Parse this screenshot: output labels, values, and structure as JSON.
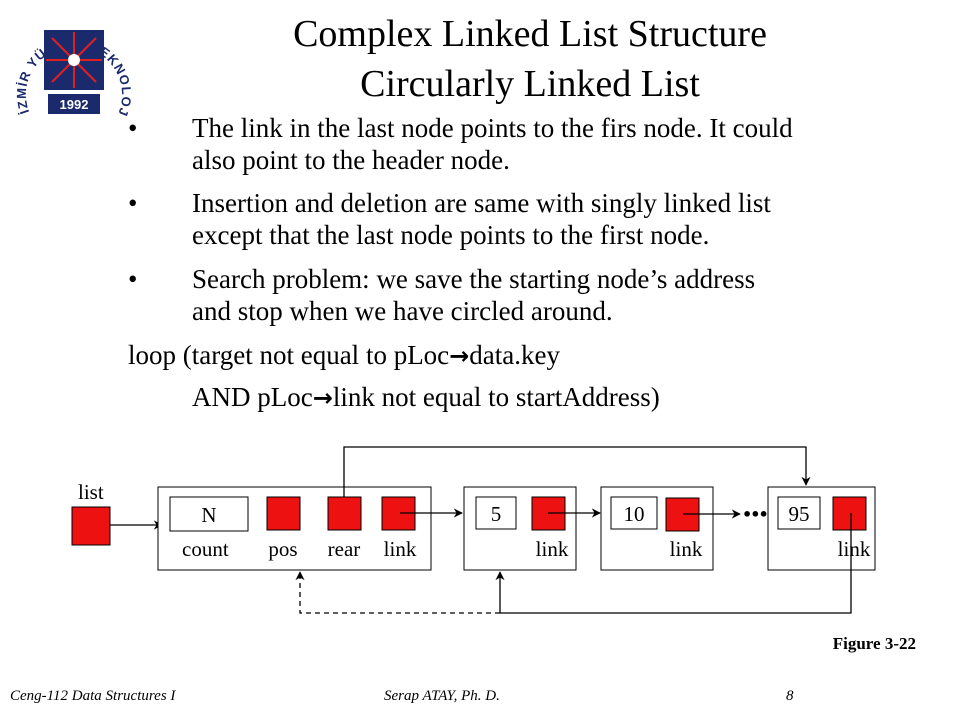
{
  "logo": {
    "text": "İZMİR YÜKSEK TEKNOLOJİ ENSTİTÜSÜ",
    "year": "1992"
  },
  "title": {
    "line1": "Complex Linked List Structure",
    "line2": "Circularly Linked List"
  },
  "bullets": [
    {
      "marker": "•",
      "line1": "The link in the last node points to the firs node. It could",
      "line2": "also point to the header node."
    },
    {
      "marker": "•",
      "line1": "Insertion and deletion are same with singly linked list",
      "line2": "except that the last node points to the first node."
    },
    {
      "marker": "•",
      "line1": "Search problem: we save the starting node’s address",
      "line2": "and stop when we have circled around."
    }
  ],
  "code": {
    "line1_a": "loop (target not equal to pLoc",
    "line1_b": "data.key",
    "line2_a": "AND pLoc",
    "line2_b": "link not equal to startAddress)",
    "arrow": "→"
  },
  "figure": {
    "list_label": "list",
    "header": {
      "count_value": "N",
      "count_label": "count",
      "pos_label": "pos",
      "rear_label": "rear",
      "link_label": "link"
    },
    "nodes": [
      {
        "value": "5",
        "link_label": "link"
      },
      {
        "value": "10",
        "link_label": "link"
      },
      {
        "value": "95",
        "link_label": "link"
      }
    ],
    "ellipsis": "•••",
    "accent_color": "#ee1111",
    "caption": "Figure 3-22"
  },
  "footer": {
    "left": "Ceng-112 Data Structures I",
    "center": "Serap ATAY, Ph. D.",
    "page": "8"
  }
}
